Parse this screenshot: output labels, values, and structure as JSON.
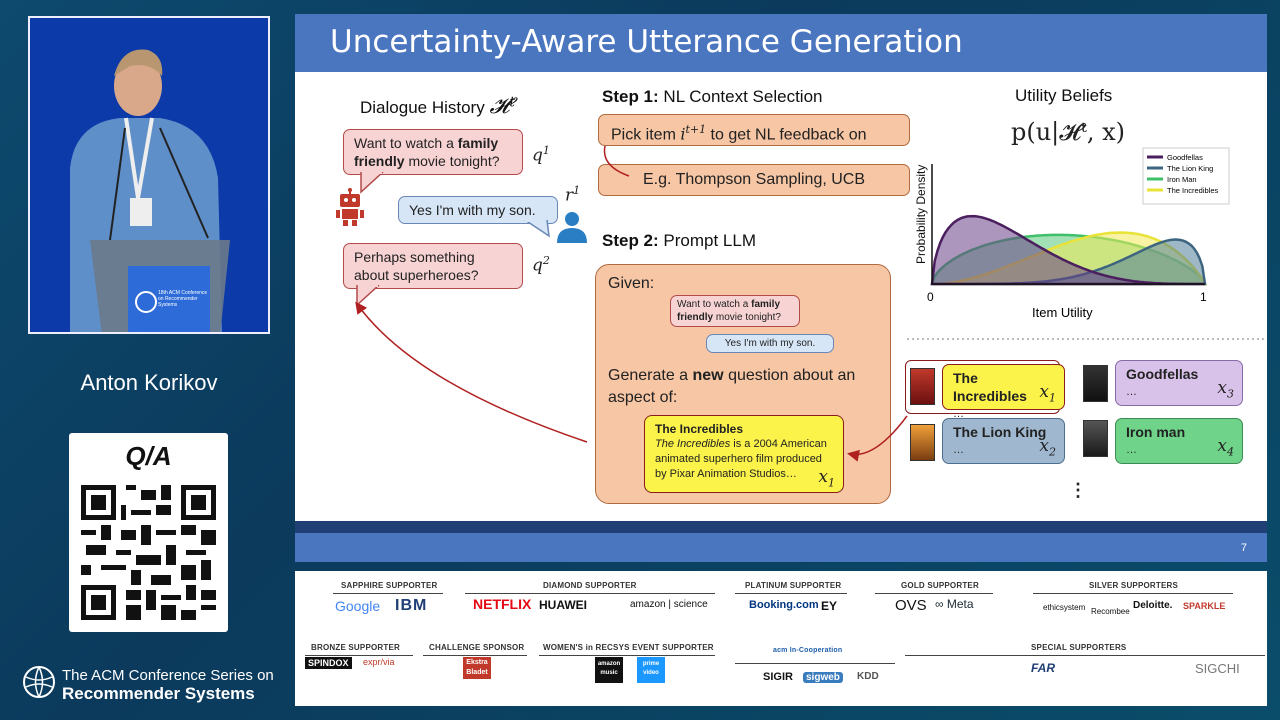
{
  "speaker": {
    "name": "Anton Korikov",
    "podium_text": "18th ACM Conference on Recommender Systems"
  },
  "qa": {
    "label": "Q/A"
  },
  "conference": {
    "line1": "The ACM Conference Series on",
    "line2": "Recommender Systems"
  },
  "slide": {
    "title": "Uncertainty-Aware Utterance Generation",
    "page_number": "7",
    "dialogue": {
      "header": "Dialogue History",
      "header_math": "𝓗",
      "header_sup": "t",
      "q1_pre": "Want to watch a ",
      "q1_bold1": "family",
      "q1_bold2": "friendly",
      "q1_post": " movie tonight?",
      "q1_var": "q",
      "q1_sup": "1",
      "r1": "Yes I'm with my son.",
      "r1_var": "r",
      "r1_sup": "1",
      "q2": "Perhaps something about superheroes?",
      "q2_var": "q",
      "q2_sup": "2"
    },
    "step1": {
      "label_bold": "Step 1:",
      "label": " NL Context Selection",
      "box_pre": "Pick item ",
      "box_var": "i",
      "box_sup": "t+1",
      "box_post": " to get NL feedback on",
      "example": "E.g. Thompson Sampling, UCB"
    },
    "step2": {
      "label_bold": "Step 2:",
      "label": " Prompt LLM",
      "given": "Given:",
      "mini_q_pre": "Want to watch a ",
      "mini_q_bold1": "family",
      "mini_q_bold2": "friendly",
      "mini_q_post": " movie tonight?",
      "mini_r": "Yes I'm with my son.",
      "generate_pre": "Generate a ",
      "generate_bold": "new",
      "generate_post": " question about an aspect of:",
      "item_title": "The Incredibles",
      "item_italic": "The Incredibles",
      "item_desc": " is a 2004 American animated superhero film produced by Pixar Animation Studios…",
      "item_var": "x",
      "item_sub": "1"
    },
    "beliefs": {
      "title": "Utility Beliefs",
      "formula": "p(u|𝓗ᵗ, x)",
      "ylabel": "Probability Density",
      "xlabel": "Item Utility",
      "x0": "0",
      "x1": "1"
    },
    "items": [
      {
        "title": "The Incredibles",
        "dots": "…",
        "var": "x",
        "sub": "1"
      },
      {
        "title": "The Lion King",
        "dots": "…",
        "var": "x",
        "sub": "2"
      },
      {
        "title": "Goodfellas",
        "dots": "…",
        "var": "x",
        "sub": "3"
      },
      {
        "title": "Iron man",
        "dots": "…",
        "var": "x",
        "sub": "4"
      }
    ],
    "more_dots": "⋮"
  },
  "chart_data": {
    "type": "area",
    "xlabel": "Item Utility",
    "ylabel": "Probability Density",
    "xlim": [
      0,
      1
    ],
    "series": [
      {
        "name": "Goodfellas",
        "color": "#4b1f5e",
        "fill": "#6a3f86"
      },
      {
        "name": "The Lion King",
        "color": "#3d6580",
        "fill": "#4e7d99"
      },
      {
        "name": "Iron Man",
        "color": "#3fbf6a",
        "fill": "#55c97a"
      },
      {
        "name": "The Incredibles",
        "color": "#e9e238",
        "fill": "#f1ea55"
      }
    ],
    "legend": "top-right"
  },
  "sponsors": {
    "sapphire": {
      "label": "SAPPHIRE SUPPORTER",
      "logos": [
        "Google",
        "IBM"
      ]
    },
    "diamond": {
      "label": "DIAMOND SUPPORTER",
      "logos": [
        "NETFLIX",
        "HUAWEI",
        "amazon | science"
      ]
    },
    "platinum": {
      "label": "PLATINUM SUPPORTER",
      "logos": [
        "Booking.com",
        "EY"
      ]
    },
    "gold": {
      "label": "GOLD SUPPORTER",
      "logos": [
        "OVS",
        "∞ Meta"
      ]
    },
    "silver": {
      "label": "SILVER SUPPORTERS",
      "logos": [
        "ethicsystem",
        "Recombee",
        "Deloitte.",
        "SPARKLE"
      ]
    },
    "bronze": {
      "label": "BRONZE SUPPORTER",
      "logos": [
        "SPINDOX",
        "expr/via"
      ]
    },
    "challenge": {
      "label": "CHALLENGE SPONSOR",
      "logos": [
        "Ekstra Bladet"
      ]
    },
    "women": {
      "label": "WOMEN'S in RECSYS EVENT SUPPORTER",
      "logos": [
        "amazon music",
        "prime video"
      ]
    },
    "acm": {
      "label": "acm In-Cooperation",
      "logos": [
        "SIGIR",
        "sigweb",
        "KDD"
      ]
    },
    "special": {
      "label": "SPECIAL SUPPORTERS",
      "logos": [
        "FAR",
        "SIGCHI"
      ]
    }
  }
}
